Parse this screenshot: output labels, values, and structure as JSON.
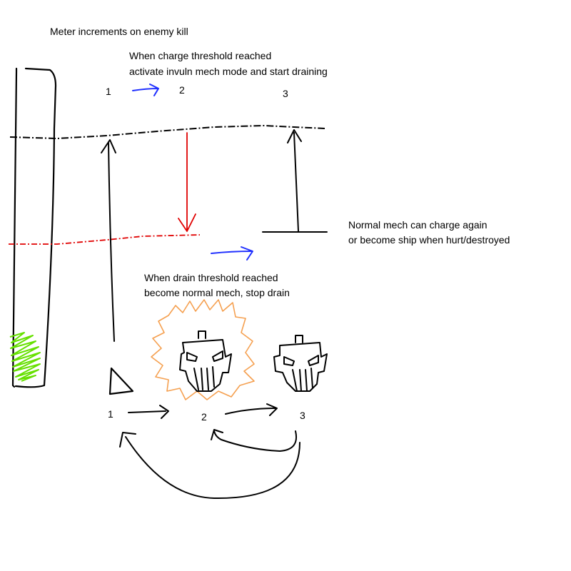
{
  "notes": {
    "meter": "Meter increments on enemy kill",
    "charge_line1": "When charge threshold reached",
    "charge_line2": "activate invuln mech mode and start draining",
    "normal_line1": "Normal mech can charge again",
    "normal_line2": "or become ship when hurt/destroyed",
    "drain_line1": "When drain threshold reached",
    "drain_line2": "become normal mech, stop drain"
  },
  "top_states": [
    "1",
    "2",
    "3"
  ],
  "bottom_states": [
    "1",
    "2",
    "3"
  ],
  "colors": {
    "ink": "#000000",
    "charge_threshold": "#000000",
    "drain_threshold": "#e00000",
    "drain_arrow": "#e00000",
    "transition_arrow": "#1f2fff",
    "meter_fill": "#66e000",
    "invuln_aura": "#f5a050"
  }
}
